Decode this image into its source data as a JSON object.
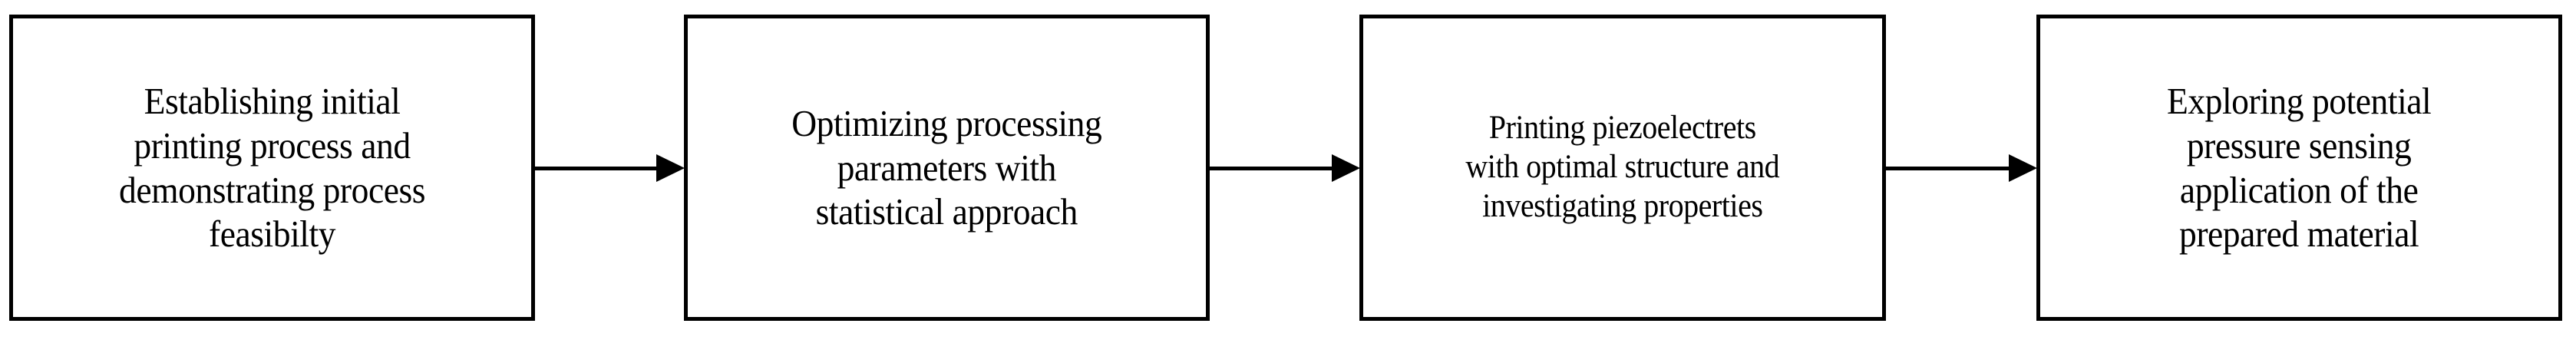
{
  "diagram": {
    "type": "flowchart",
    "orientation": "left-to-right",
    "background_color": "#ffffff",
    "stroke_color": "#000000",
    "nodes": [
      {
        "id": "node-1",
        "order": 1,
        "shape": "rectangle",
        "label": "Establishing initial\nprinting process and\ndemonstrating process\nfeasibilty",
        "lines": [
          "Establishing initial",
          "printing process and",
          "demonstrating process",
          "feasibilty"
        ]
      },
      {
        "id": "node-2",
        "order": 2,
        "shape": "rectangle",
        "label": "Optimizing processing\nparameters with\nstatistical approach",
        "lines": [
          "Optimizing processing",
          "parameters with",
          "statistical approach"
        ]
      },
      {
        "id": "node-3",
        "order": 3,
        "shape": "rectangle",
        "label": "Printing piezoelectrets\nwith optimal structure and\ninvestigating properties",
        "lines": [
          "Printing piezoelectrets",
          "with optimal structure and",
          "investigating properties"
        ]
      },
      {
        "id": "node-4",
        "order": 4,
        "shape": "rectangle",
        "label": "Exploring potential\npressure sensing\napplication of the\nprepared material",
        "lines": [
          "Exploring potential",
          "pressure sensing",
          "application of the",
          "prepared material"
        ]
      }
    ],
    "connectors": [
      {
        "id": "connector-1",
        "from": "node-1",
        "to": "node-2",
        "style": "solid-arrow"
      },
      {
        "id": "connector-2",
        "from": "node-2",
        "to": "node-3",
        "style": "solid-arrow"
      },
      {
        "id": "connector-3",
        "from": "node-3",
        "to": "node-4",
        "style": "solid-arrow"
      }
    ]
  }
}
